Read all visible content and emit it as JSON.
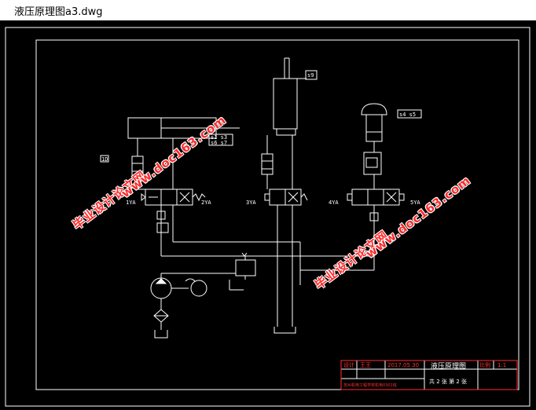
{
  "window": {
    "title": "液压原理图a3.dwg"
  },
  "drawing": {
    "labels": {
      "s1s7": [
        "s1 s3",
        "s6 s7"
      ],
      "s9": "s9",
      "s4s5": "s4 s5",
      "yv": "1YA",
      "yv2": "2YA",
      "yv3": "3YA",
      "yv4": "4YA",
      "yv5": "5YA",
      "nt": "1D"
    },
    "title_block": {
      "designer_role": "设计",
      "designer_name": "王王",
      "date": "2017.05.30",
      "drawing_title": "液压原理图",
      "scale_label": "比例",
      "scale": "1:1",
      "org": "苏州机电工程学校机电0301班",
      "sheet": "共 2 张  第 2 张"
    }
  },
  "watermarks": {
    "site_cn": "毕业设计论文网",
    "site_url": "www.doc163.com"
  }
}
